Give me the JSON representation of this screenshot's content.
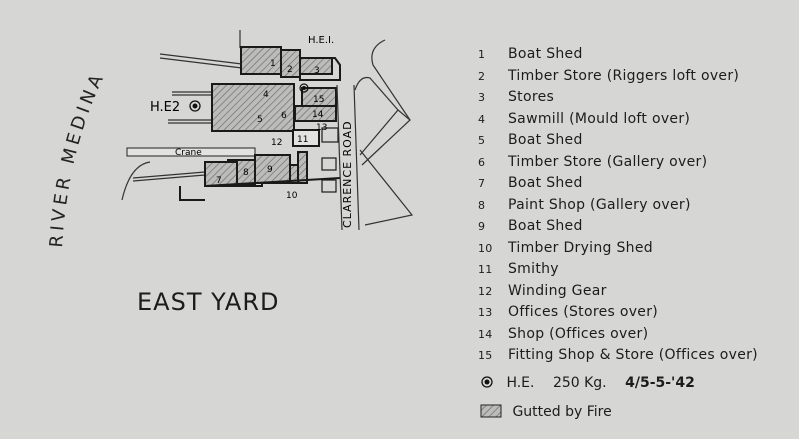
{
  "map": {
    "title": "EAST YARD",
    "river_label": "RIVER MEDINA",
    "road_label": "CLARENCE ROAD",
    "bomb_labels": [
      "H.E.I.",
      "H.E2"
    ],
    "crane_label": "Crane",
    "building_numbers": [
      "1",
      "2",
      "3",
      "4",
      "5",
      "6",
      "7",
      "8",
      "9",
      "10",
      "11",
      "12",
      "13",
      "14",
      "15"
    ]
  },
  "legend": {
    "items": [
      {
        "num": "1",
        "label": "Boat Shed"
      },
      {
        "num": "2",
        "label": "Timber Store (Riggers loft over)"
      },
      {
        "num": "3",
        "label": "Stores"
      },
      {
        "num": "4",
        "label": "Sawmill (Mould loft over)"
      },
      {
        "num": "5",
        "label": "Boat Shed"
      },
      {
        "num": "6",
        "label": "Timber Store (Gallery over)"
      },
      {
        "num": "7",
        "label": "Boat Shed"
      },
      {
        "num": "8",
        "label": "Paint Shop (Gallery over)"
      },
      {
        "num": "9",
        "label": "Boat Shed"
      },
      {
        "num": "10",
        "label": "Timber Drying Shed"
      },
      {
        "num": "11",
        "label": "Smithy"
      },
      {
        "num": "12",
        "label": "Winding Gear"
      },
      {
        "num": "13",
        "label": "Offices (Stores over)"
      },
      {
        "num": "14",
        "label": "Shop (Offices over)"
      },
      {
        "num": "15",
        "label": "Fitting Shop & Store (Offices over)"
      }
    ],
    "bomb": {
      "label": "H.E.",
      "weight": "250 Kg.",
      "date": "4/5-5-'42"
    },
    "gutted": {
      "label": "Gutted by Fire"
    }
  }
}
